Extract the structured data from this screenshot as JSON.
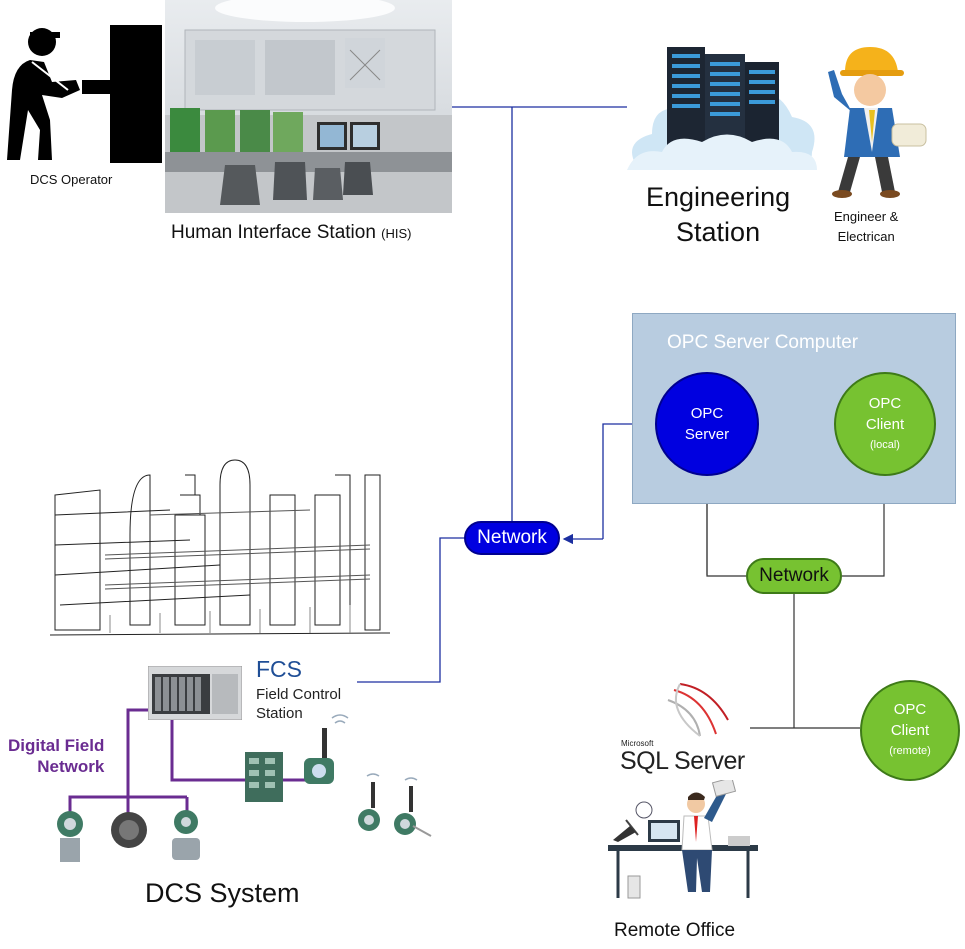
{
  "labels": {
    "dcs_operator": "DCS Operator",
    "his_main": "Human Interface Station",
    "his_abbr": "(HIS)",
    "engineering_station_line1": "Engineering",
    "engineering_station_line2": "Station",
    "engineer_line1": "Engineer &",
    "engineer_line2": "Electrican",
    "opc_server_computer": "OPC Server Computer",
    "fcs": "FCS",
    "fcs_line1": "Field Control",
    "fcs_line2": "Station",
    "digital_field_line1": "Digital Field",
    "digital_field_line2": "Network",
    "dcs_system": "DCS System",
    "remote_office": "Remote Office",
    "sql_microsoft": "Microsoft",
    "sql_server": "SQL Server"
  },
  "nodes": {
    "network_main": "Network",
    "network_opc": "Network",
    "opc_server_line1": "OPC",
    "opc_server_line2": "Server",
    "opc_client_local_line1": "OPC",
    "opc_client_local_line2": "Client",
    "opc_client_local_sub": "(local)",
    "opc_client_remote_line1": "OPC",
    "opc_client_remote_line2": "Client",
    "opc_client_remote_sub": "(remote)"
  },
  "colors": {
    "network_blue": "#0000d8",
    "node_green": "#77c231",
    "opc_box": "#b8cce0",
    "digital_purple": "#6a2c91",
    "fcs_blue": "#1f4e96",
    "connector": "#1c2fa0"
  }
}
